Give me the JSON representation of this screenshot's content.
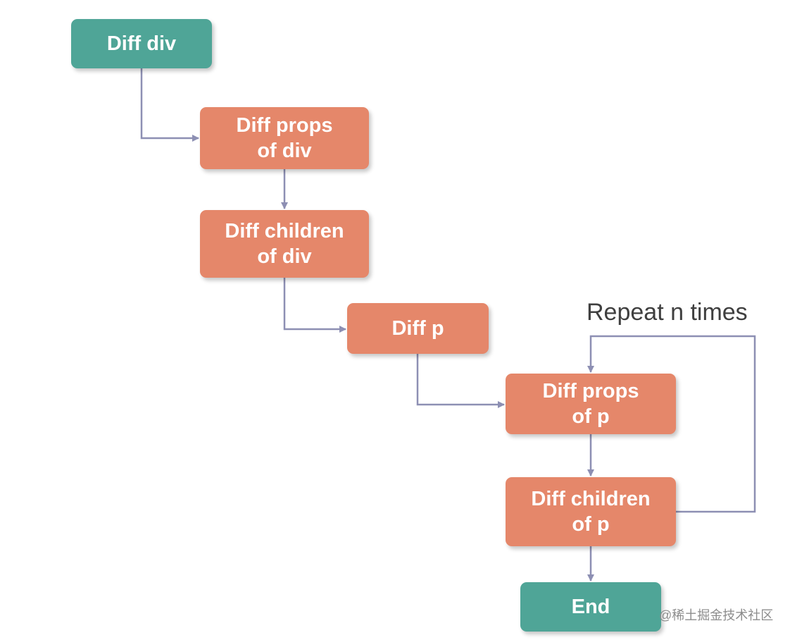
{
  "diagram": {
    "nodes": {
      "diff_div": "Diff div",
      "diff_props_div": [
        "Diff props",
        "of div"
      ],
      "diff_children_div": [
        "Diff children",
        "of div"
      ],
      "diff_p": "Diff p",
      "diff_props_p": [
        "Diff props",
        "of p"
      ],
      "diff_children_p": [
        "Diff children",
        "of p"
      ],
      "end": "End"
    },
    "loop_label": "Repeat n times",
    "colors": {
      "start_end_node": "#4fa597",
      "process_node": "#e5876a",
      "connector": "#8d8fb3",
      "label_text": "#3f3f3f"
    }
  },
  "watermark": "@稀土掘金技术社区"
}
